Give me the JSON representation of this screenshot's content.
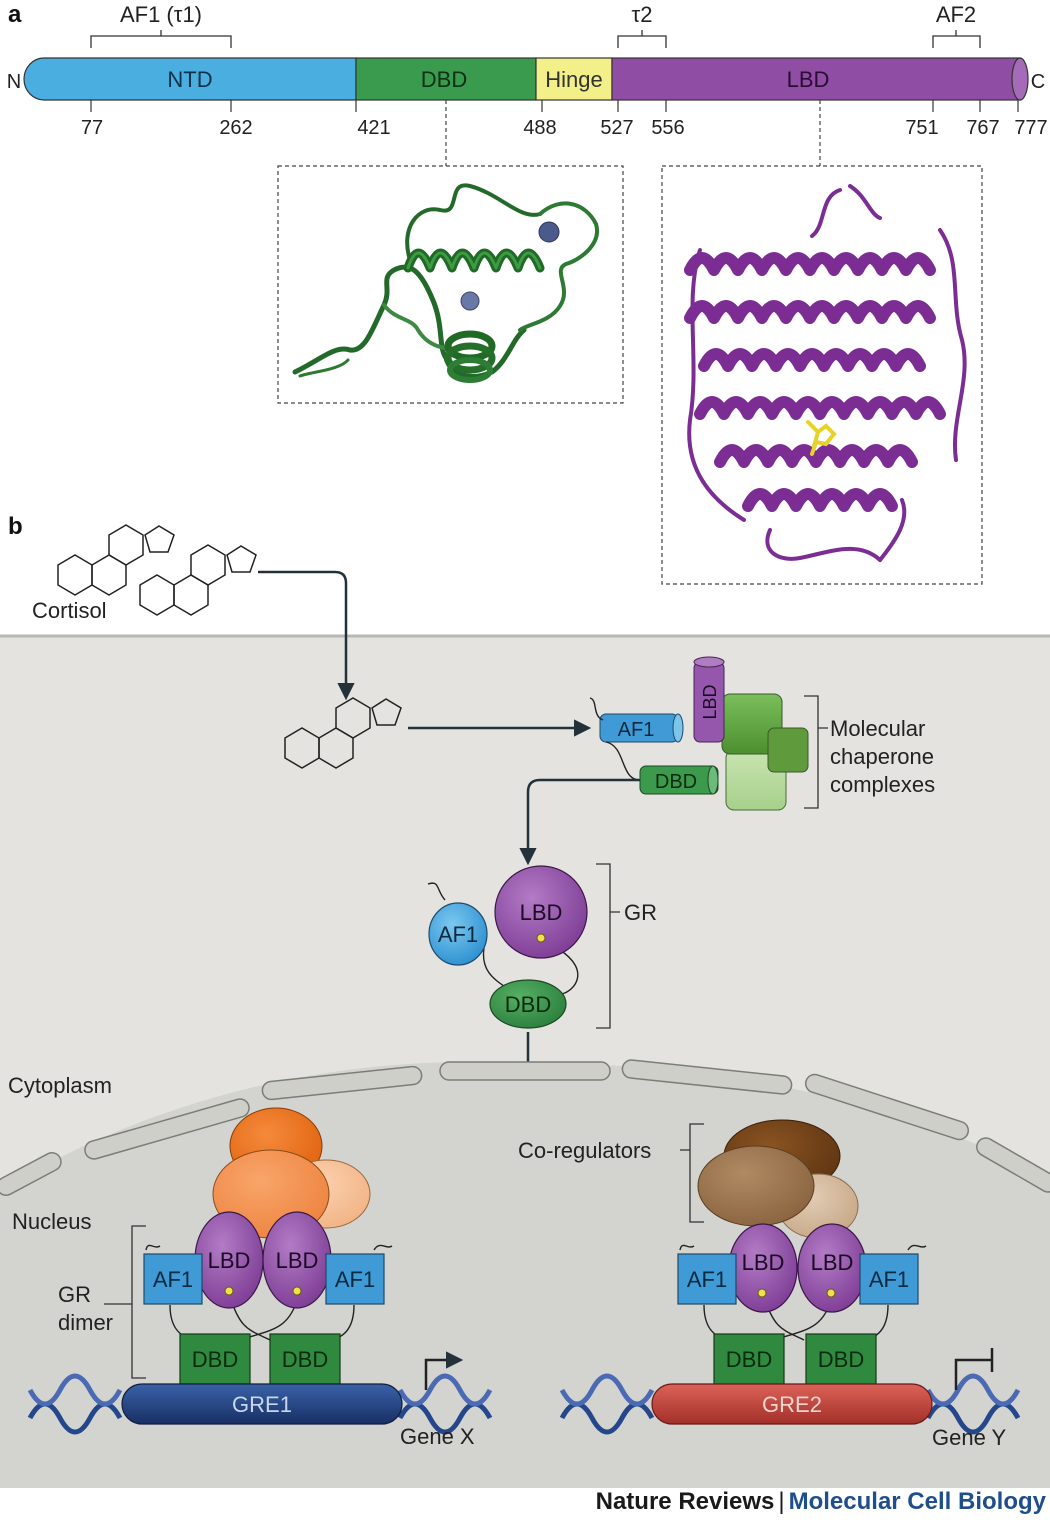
{
  "panel_a": {
    "label": "a",
    "n_term": "N",
    "c_term": "C",
    "domains": [
      {
        "label": "NTD",
        "color": "#4aaee0"
      },
      {
        "label": "DBD",
        "color": "#3a9a4e"
      },
      {
        "label": "Hinge",
        "color": "#f3f08a"
      },
      {
        "label": "LBD",
        "color": "#8f4ea4"
      }
    ],
    "regions": {
      "af1": "AF1 (τ1)",
      "tau2": "τ2",
      "af2": "AF2"
    },
    "positions": [
      "77",
      "262",
      "421",
      "488",
      "527",
      "556",
      "751",
      "767",
      "777"
    ]
  },
  "panel_b": {
    "label": "b",
    "ligand": "Cortisol",
    "chaperone": "Molecular\nchaperone\ncomplexes",
    "gr": "GR",
    "cytoplasm": "Cytoplasm",
    "nucleus": "Nucleus",
    "gr_dimer": "GR\ndimer",
    "coregulators": "Co-regulators",
    "af1": "AF1",
    "lbd": "LBD",
    "dbd": "DBD",
    "gre1": "GRE1",
    "gre2": "GRE2",
    "gene_x": "Gene X",
    "gene_y": "Gene Y"
  },
  "colors": {
    "ntd": "#4aaee0",
    "dbd": "#3a9a4e",
    "hinge": "#f3f08a",
    "lbd": "#8f4ea4",
    "cell": "#e4e3df",
    "nucleus": "#d3d3cf",
    "gre1": "#24468a",
    "gre2": "#c0453e"
  },
  "footer": {
    "journal": "Nature Reviews",
    "separator": "|",
    "subject": "Molecular Cell Biology"
  }
}
